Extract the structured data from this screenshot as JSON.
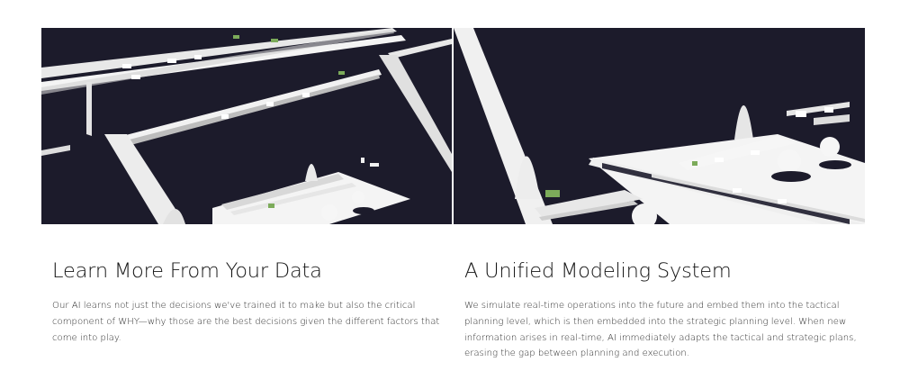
{
  "sections": [
    {
      "title": "Learn More From Your Data",
      "body": "Our AI learns not just the decisions we've trained it to make but also the critical component of WHY—why those are the best decisions given the different factors that come into play."
    },
    {
      "title": "A Unified Modeling System",
      "body": "We simulate real-time operations into the future and embed them into the tactical planning level, which is then embedded into the strategic planning level. When new information arises in real-time, AI immediately adapts the tactical and strategic plans, erasing the gap between planning and execution."
    }
  ],
  "colors": {
    "panel_background": "#1c1b2b",
    "structure": "#f2f2f2",
    "vehicle_green": "#7cab5a"
  }
}
